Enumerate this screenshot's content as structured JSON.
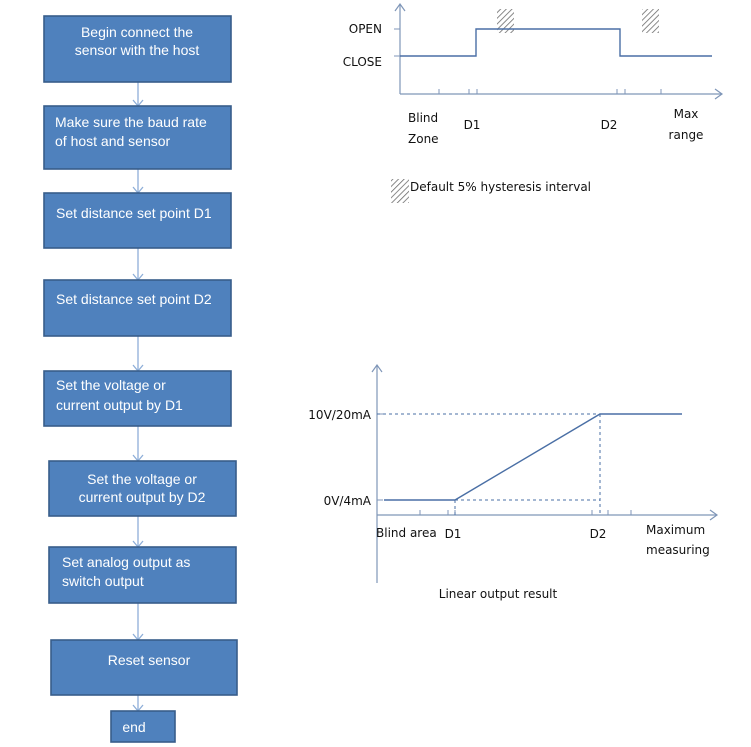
{
  "flowchart": {
    "steps": [
      {
        "lines": [
          "Begin connect the",
          "sensor with the host"
        ]
      },
      {
        "lines": [
          "Make sure the baud rate",
          "of host and sensor"
        ]
      },
      {
        "lines": [
          "Set distance set point D1"
        ]
      },
      {
        "lines": [
          "Set distance set point D2"
        ]
      },
      {
        "lines": [
          "Set the voltage or",
          "current output by D1"
        ]
      },
      {
        "lines": [
          "Set the voltage or",
          "current output by D2"
        ]
      },
      {
        "lines": [
          "Set analog output as",
          "switch output"
        ]
      },
      {
        "lines": [
          "Reset sensor"
        ]
      },
      {
        "lines": [
          "end"
        ]
      }
    ]
  },
  "switch_diagram": {
    "level_high": "OPEN",
    "level_low": "CLOSE",
    "x_label_blind_line1": "Blind",
    "x_label_blind_line2": "Zone",
    "x_label_d1": "D1",
    "x_label_d2": "D2",
    "x_label_max_line1": "Max",
    "x_label_max_line2": "range",
    "legend_text": "Default 5% hysteresis interval"
  },
  "linear_diagram": {
    "level_high": "10V/20mA",
    "level_low": "0V/4mA",
    "x_label_blind": "Blind area",
    "x_label_d1": "D1",
    "x_label_d2": "D2",
    "x_label_max_line1": "Maximum",
    "x_label_max_line2": "measuring",
    "caption": "Linear output result"
  },
  "colors": {
    "box_fill": "#4f81bd",
    "box_border": "#385d8a",
    "connector": "#8eaed8",
    "signal": "#4a6fa5"
  }
}
